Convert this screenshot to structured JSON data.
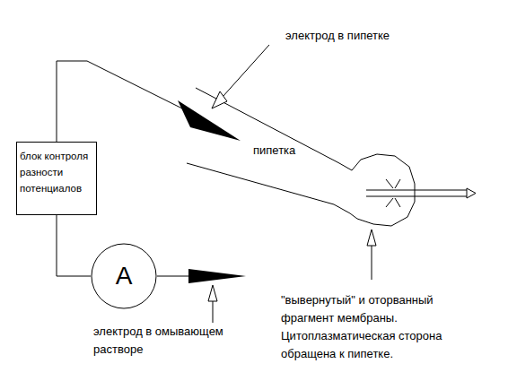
{
  "diagram": {
    "nodes": [
      {
        "text": [
          "блок контроля разности потенциалов"
        ]
      },
      {
        "text": [
          "A"
        ]
      }
    ],
    "edges": [
      {
        "from": 0,
        "to": 1,
        "arrow": "none"
      }
    ],
    "labels": [
      "электрод в пипетке",
      "пипетка",
      "электрод в омывающем растворе",
      "\"вывернутый\" и оторванный фрагмент мембраны. Цитоплазматическая сторона обращена к пипетке."
    ]
  }
}
